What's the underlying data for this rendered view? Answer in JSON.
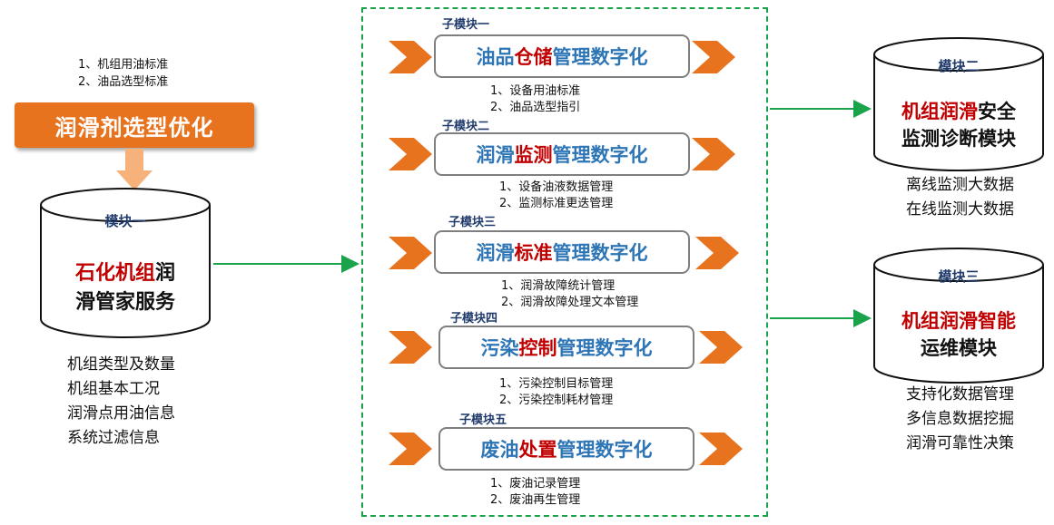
{
  "left": {
    "standards": [
      "1、机组用油标准",
      "2、油品选型标准"
    ],
    "selection_box": "润滑剂选型优化",
    "module1": {
      "head": "模块一",
      "line1_red": "石化机组",
      "line1_dark": "润",
      "line2": "滑管家服务"
    },
    "details": [
      "机组类型及数量",
      "机组基本工况",
      "润滑点用油信息",
      "系统过滤信息"
    ]
  },
  "center": {
    "submodules": [
      {
        "title": "子模块一",
        "pre": "油品",
        "mid": "仓储",
        "post": "管理数字化",
        "notes": [
          "1、设备用油标准",
          "2、油品选型指引"
        ]
      },
      {
        "title": "子模块二",
        "pre": "润滑",
        "mid": "监测",
        "post": "管理数字化",
        "notes": [
          "1、设备油液数据管理",
          "2、监测标准更迭管理"
        ]
      },
      {
        "title": "子模块三",
        "pre": "润滑",
        "mid": "标准",
        "post": "管理数字化",
        "notes": [
          "1、润滑故障统计管理",
          "2、润滑故障处理文本管理"
        ]
      },
      {
        "title": "子模块四",
        "pre": "污染",
        "mid": "控制",
        "post": "管理数字化",
        "notes": [
          "1、污染控制目标管理",
          "2、污染控制耗材管理"
        ]
      },
      {
        "title": "子模块五",
        "pre": "废油",
        "mid": "处置",
        "post": "管理数字化",
        "notes": [
          "1、废油记录管理",
          "2、废油再生管理"
        ]
      }
    ]
  },
  "right": {
    "module2": {
      "head": "模块二",
      "line1_red": "机组润滑",
      "line1_dark": "安全",
      "line2": "监测诊断模块",
      "details": [
        "离线监测大数据",
        "在线监测大数据"
      ]
    },
    "module3": {
      "head": "模块三",
      "line1_red": "机组润滑智能",
      "line2": "运维模块",
      "details": [
        "支持化数据管理",
        "多信息数据挖掘",
        "润滑可靠性决策"
      ]
    }
  },
  "colors": {
    "orange": "#e8731f",
    "red": "#c00000",
    "blue": "#2e75b6",
    "green": "#1aa34a",
    "navy": "#1f3a6b"
  },
  "icons": {
    "chevron": "chevron-right-icon",
    "arrow": "arrow-right-icon",
    "down": "arrow-down-icon"
  }
}
